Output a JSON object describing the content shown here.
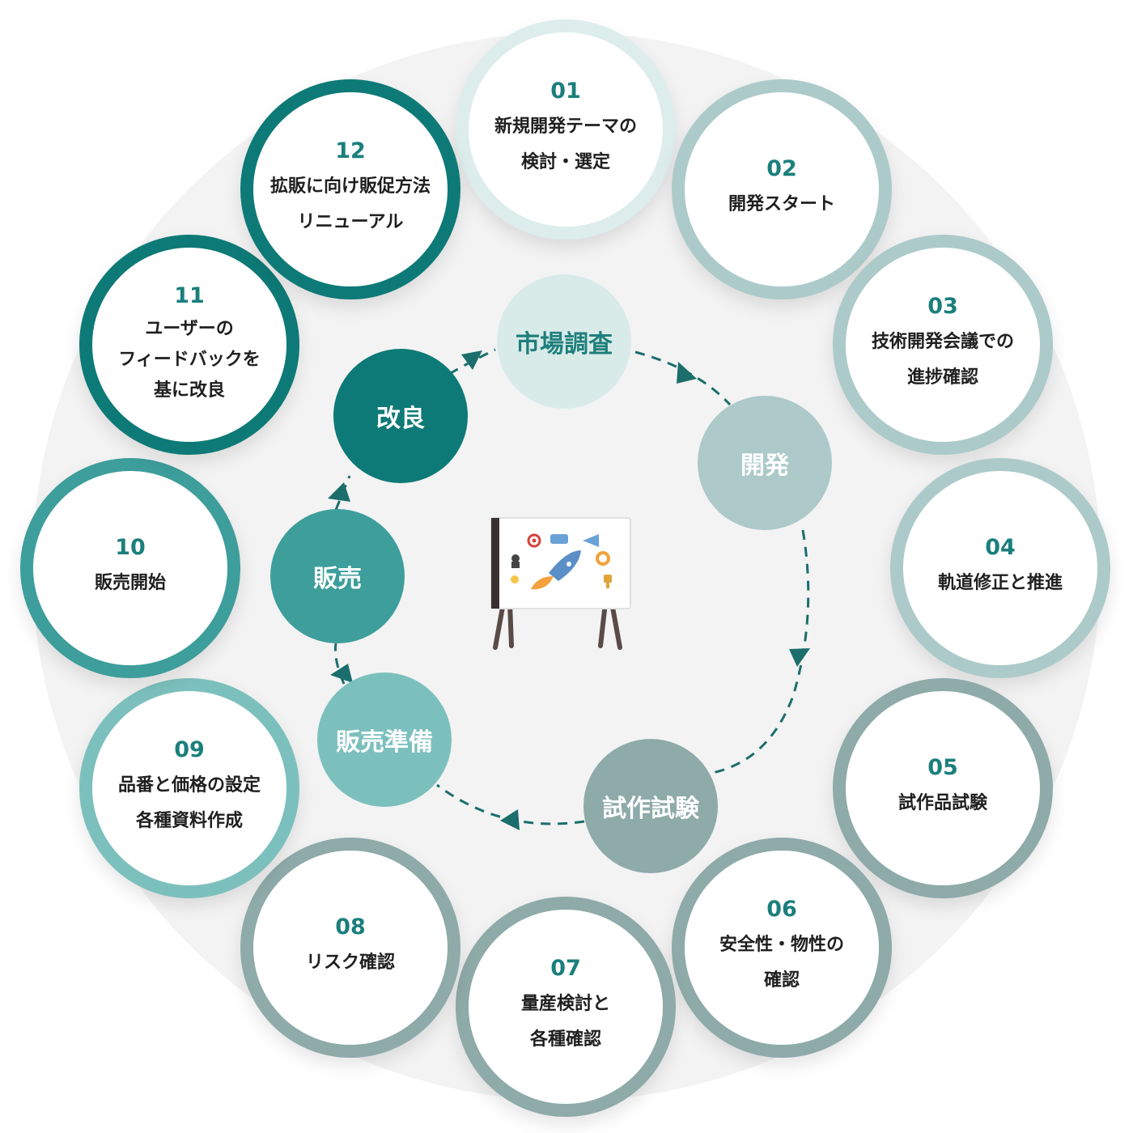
{
  "colors": {
    "teal_dark": "#0e7a77",
    "teal_mid": "#3d9e9b",
    "teal_light": "#7cc0bd",
    "sage": "#adc9c9",
    "pale": "#d9ebe9",
    "grey_teal": "#8eaaa9"
  },
  "center_icon": "presentation-board-rocket-icon",
  "phases": [
    {
      "label": "市場調査"
    },
    {
      "label": "開発"
    },
    {
      "label": "試作試験"
    },
    {
      "label": "販売準備"
    },
    {
      "label": "販売"
    },
    {
      "label": "改良"
    }
  ],
  "steps": [
    {
      "number": "01",
      "label": "新規開発テーマの\n検討・選定"
    },
    {
      "number": "02",
      "label": "開発スタート"
    },
    {
      "number": "03",
      "label": "技術開発会議での\n進捗確認"
    },
    {
      "number": "04",
      "label": "軌道修正と推進"
    },
    {
      "number": "05",
      "label": "試作品試験"
    },
    {
      "number": "06",
      "label": "安全性・物性の\n確認"
    },
    {
      "number": "07",
      "label": "量産検討と\n各種確認"
    },
    {
      "number": "08",
      "label": "リスク確認"
    },
    {
      "number": "09",
      "label": "品番と価格の設定\n各種資料作成"
    },
    {
      "number": "10",
      "label": "販売開始"
    },
    {
      "number": "11",
      "label": "ユーザーの\nフィードバックを\n基に改良"
    },
    {
      "number": "12",
      "label": "拡販に向け販促方法\nリニューアル"
    }
  ]
}
